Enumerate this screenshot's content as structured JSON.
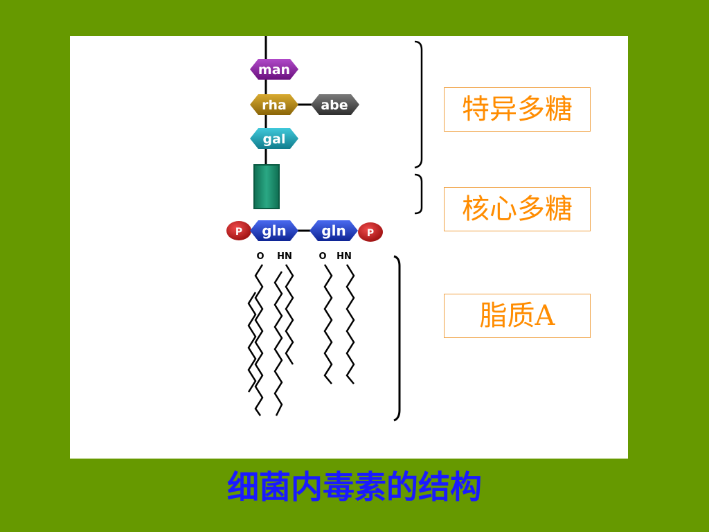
{
  "slide_title": "细菌内毒素的结构",
  "labels": {
    "specific_polysaccharide": "特异多糖",
    "core_polysaccharide": "核心多糖",
    "lipid_a": "脂质A"
  },
  "sugars": {
    "man": "man",
    "rha": "rha",
    "abe": "abe",
    "gal": "gal",
    "gln_left": "gln",
    "gln_right": "gln"
  },
  "phosphate": "P",
  "atoms": {
    "o_left": "O",
    "hn_left": "HN",
    "o_right": "O",
    "hn_right": "HN"
  },
  "colors": {
    "background": "#669900",
    "man": "#8b1a9e",
    "rha": "#b8860b",
    "abe": "#4a4a4a",
    "gal": "#1aa3b8",
    "core_block": "#1a8a6a",
    "gln": "#1a3acc",
    "phosphate": "#cc1a1a",
    "label_text": "#ff8c00",
    "title_text": "#1a1aff"
  }
}
